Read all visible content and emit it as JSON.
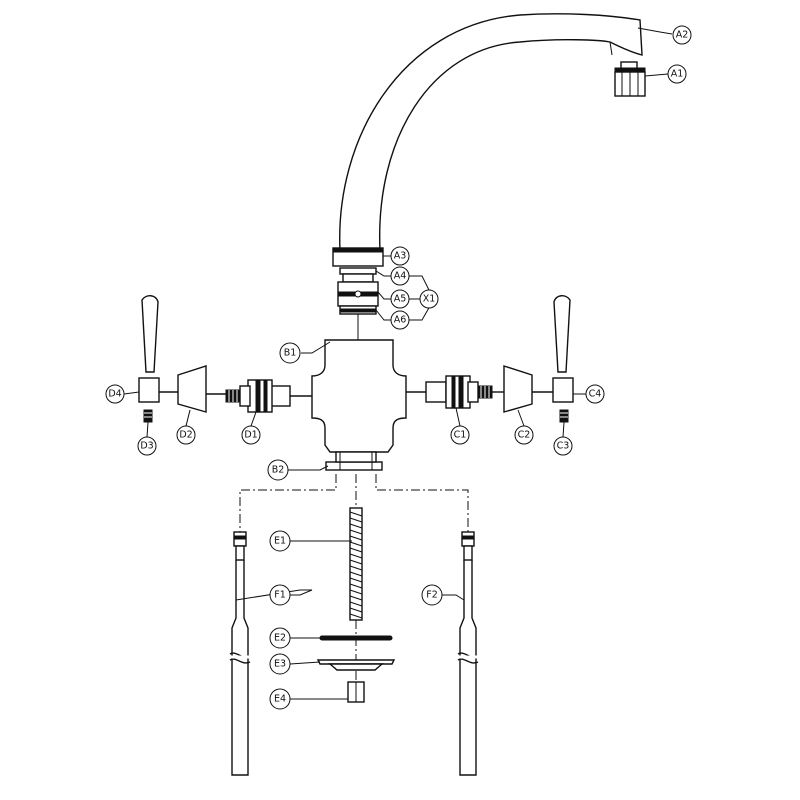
{
  "colors": {
    "line": "#111111",
    "background": "#ffffff"
  },
  "labels": {
    "A1": "A1",
    "A2": "A2",
    "A3": "A3",
    "A4": "A4",
    "A5": "A5",
    "A6": "A6",
    "X1": "X1",
    "B1": "B1",
    "B2": "B2",
    "C1": "C1",
    "C2": "C2",
    "C3": "C3",
    "C4": "C4",
    "D1": "D1",
    "D2": "D2",
    "D3": "D3",
    "D4": "D4",
    "E1": "E1",
    "E2": "E2",
    "E3": "E3",
    "E4": "E4",
    "F1": "F1",
    "F2": "F2"
  }
}
